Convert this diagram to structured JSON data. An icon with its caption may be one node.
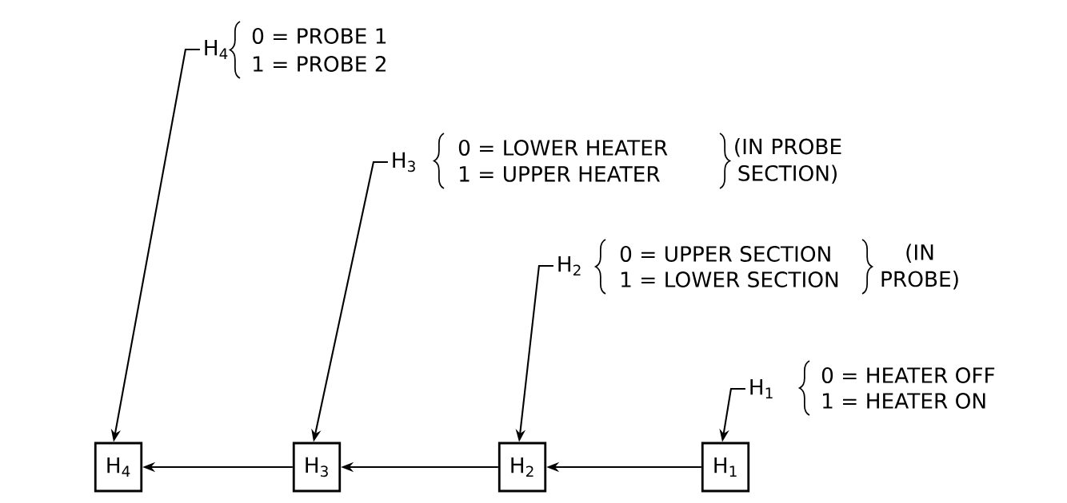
{
  "diagram": {
    "nodes": [
      {
        "text": [
          "H$_{4}$"
        ]
      },
      {
        "text": [
          "H$_{3}$"
        ]
      },
      {
        "text": [
          "H$_{2}$"
        ]
      },
      {
        "text": [
          "H$_{1}$"
        ]
      },
      {
        "text": [
          "H$_{4}$"
        ],
        "beside": [
          "0 = PROBE 1",
          "1 = PROBE 2"
        ]
      },
      {
        "text": [
          "H$_{3}$"
        ],
        "beside": [
          "0 = LOWER HEATER",
          "1 = UPPER HEATER",
          "(IN PROBE SECTION)"
        ]
      },
      {
        "text": [
          "H$_{2}$"
        ],
        "beside": [
          "0 = UPPER SECTION",
          "1 = LOWER SECTION",
          "(IN PROBE)"
        ]
      },
      {
        "text": [
          "H$_{1}$"
        ],
        "beside": [
          "0 = HEATER OFF",
          "1 = HEATER ON"
        ]
      }
    ],
    "edges": [
      {
        "from": 4,
        "to": 0,
        "arrow": "to"
      },
      {
        "from": 5,
        "to": 1,
        "arrow": "to"
      },
      {
        "from": 6,
        "to": 2,
        "arrow": "to"
      },
      {
        "from": 7,
        "to": 3,
        "arrow": "to"
      },
      {
        "from": 3,
        "to": 2,
        "arrow": "to"
      },
      {
        "from": 2,
        "to": 1,
        "arrow": "to"
      },
      {
        "from": 1,
        "to": 0,
        "arrow": "to"
      }
    ]
  }
}
